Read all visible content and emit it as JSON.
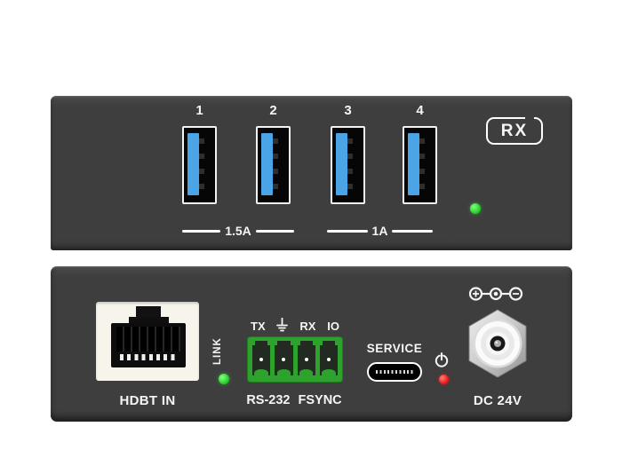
{
  "device_view": "dual-panel-product-render",
  "top_panel": {
    "port_numbers": [
      "1",
      "2",
      "3",
      "4"
    ],
    "rx_badge": "RX",
    "current_labels": [
      "1.5A",
      "1A"
    ],
    "power_led": {
      "color": "#2ed636",
      "state": "on"
    }
  },
  "bottom_panel": {
    "hdbt_label": "HDBT IN",
    "link_label": "LINK",
    "link_led": {
      "color": "#2ed636",
      "state": "on"
    },
    "terminal_top_labels": [
      "TX",
      "RX",
      "IO"
    ],
    "terminal_bottom_labels": [
      "RS-232",
      "FSYNC"
    ],
    "service_label": "SERVICE",
    "status_led": {
      "color": "#ee1c1c",
      "state": "on"
    },
    "dc_label": "DC 24V"
  },
  "icons": {
    "ground": "earth-ground-icon",
    "power": "power-standby-icon",
    "polarity": "dc-polarity-center-positive-icon"
  },
  "colors": {
    "panel": "#3e3e3e",
    "usb_blue": "#4aa4e6",
    "terminal_green": "#2da32d",
    "led_green": "#2ed636",
    "led_red": "#ee1c1c",
    "rj45_plate": "#f7f4ec"
  }
}
